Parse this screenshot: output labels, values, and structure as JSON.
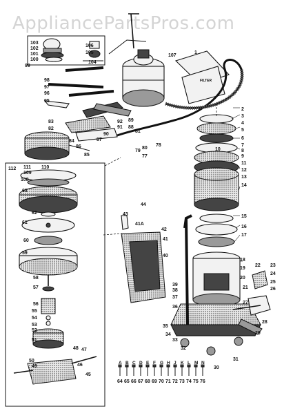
{
  "watermark": "AppliancePartsPros.com",
  "callouts": {
    "top_left_box": [
      "103",
      "102",
      "101",
      "100",
      "99",
      "106",
      "105",
      "104"
    ],
    "upper_left": [
      "98",
      "97",
      "96",
      "95",
      "83",
      "82",
      "92",
      "91",
      "90",
      "89",
      "88",
      "87",
      "86",
      "85",
      "84",
      "81",
      "80",
      "79",
      "78",
      "77"
    ],
    "upper_right": [
      "107",
      "1",
      "2",
      "3",
      "4",
      "5",
      "6",
      "7",
      "8",
      "9",
      "10",
      "11",
      "12",
      "13",
      "14",
      "15",
      "16",
      "17"
    ],
    "middle": [
      "44",
      "43",
      "42",
      "41A",
      "41",
      "40",
      "39",
      "38",
      "37",
      "36",
      "35",
      "34",
      "33",
      "32",
      "31",
      "30"
    ],
    "lower_right": [
      "18",
      "19",
      "20",
      "21",
      "22",
      "23",
      "24",
      "25",
      "26",
      "27",
      "28",
      "29"
    ],
    "left_column": [
      "112",
      "111",
      "110",
      "109",
      "108",
      "63",
      "62",
      "61",
      "60",
      "59",
      "58",
      "57",
      "56",
      "55",
      "54",
      "53",
      "52",
      "51",
      "50",
      "49",
      "48",
      "47",
      "46",
      "45"
    ],
    "bottom_letters": [
      "A",
      "B",
      "C",
      "D",
      "E",
      "F",
      "G",
      "H",
      "J",
      "K",
      "L",
      "M",
      "N"
    ],
    "bottom_numbers": [
      "64",
      "65",
      "66",
      "67",
      "68",
      "69",
      "70",
      "71",
      "72",
      "73",
      "74",
      "75",
      "76"
    ]
  }
}
